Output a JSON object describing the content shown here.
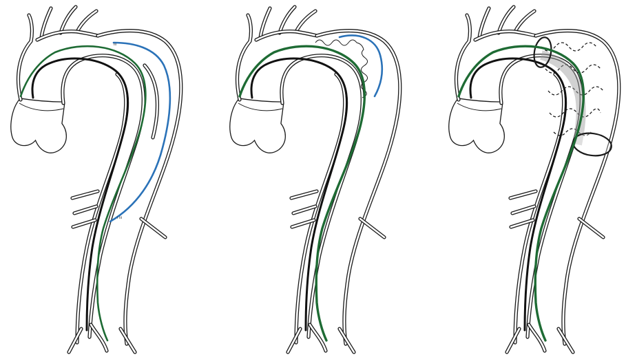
{
  "colors": {
    "outline": "#1a1a1a",
    "true_lumen": "#111111",
    "guidewire_green": "#1e6b34",
    "false_lumen_blue": "#2a72b8",
    "graft_overlay": "#9a9a9a"
  },
  "panels": [
    {
      "id": "dissection",
      "icon": "aorta-dissection-icon",
      "features": [
        "false-lumen-blue-channel",
        "intimal-flap",
        "green-guidewire"
      ]
    },
    {
      "id": "false-lumen-thrombosis",
      "icon": "aorta-thrombus-icon",
      "features": [
        "wavy-thrombus-border",
        "blue-outline",
        "green-guidewire"
      ]
    },
    {
      "id": "stent-graft",
      "icon": "aorta-stent-graft-icon",
      "features": [
        "graft-rings",
        "dashed-stent-struts",
        "green-guidewire"
      ]
    }
  ]
}
